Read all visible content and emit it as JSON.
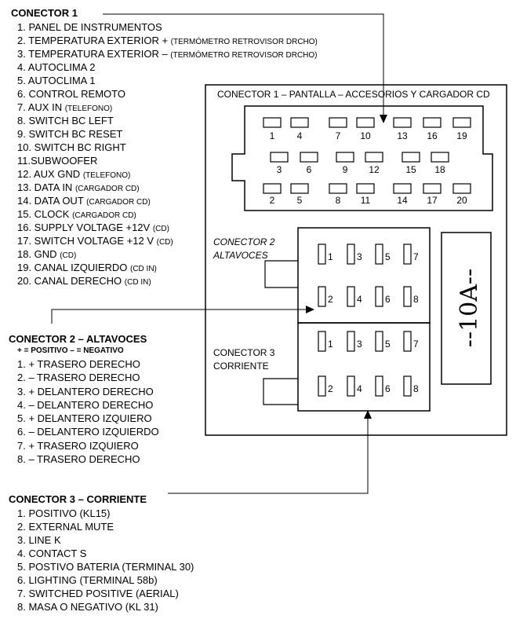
{
  "connector1": {
    "title": "CONECTOR 1",
    "items": [
      {
        "main": "1. PANEL DE INSTRUMENTOS",
        "note": ""
      },
      {
        "main": "2. TEMPERATURA EXTERIOR + ",
        "note": "(TERMÓMETRO RETROVISOR DRCHO)"
      },
      {
        "main": "3. TEMPERATURA EXTERIOR – ",
        "note": "(TERMÓMETRO RETROVISOR DRCHO)"
      },
      {
        "main": "4. AUTOCLIMA 2",
        "note": ""
      },
      {
        "main": "5. AUTOCLIMA 1",
        "note": ""
      },
      {
        "main": "6. CONTROL REMOTO",
        "note": ""
      },
      {
        "main": "7. AUX IN ",
        "note": "(TELEFONO)"
      },
      {
        "main": "8. SWITCH BC LEFT",
        "note": ""
      },
      {
        "main": "9. SWITCH BC RESET",
        "note": ""
      },
      {
        "main": "10. SWITCH BC RIGHT",
        "note": ""
      },
      {
        "main": "11.SUBWOOFER",
        "note": ""
      },
      {
        "main": "12. AUX GND ",
        "note": "(TELEFONO)"
      },
      {
        "main": "13. DATA IN ",
        "note": "(CARGADOR CD)"
      },
      {
        "main": "14. DATA OUT ",
        "note": "(CARGADOR CD)"
      },
      {
        "main": "15. CLOCK ",
        "note": "(CARGADOR CD)"
      },
      {
        "main": "16. SUPPLY VOLTAGE +12V ",
        "note": "(CD)"
      },
      {
        "main": "17. SWITCH VOLTAGE +12 V ",
        "note": "(CD)"
      },
      {
        "main": "18. GND ",
        "note": "(CD)"
      },
      {
        "main": "19. CANAL IZQUIERDO ",
        "note": "(CD IN)"
      },
      {
        "main": "20. CANAL DERECHO ",
        "note": "(CD IN)"
      }
    ]
  },
  "connector2": {
    "title": "CONECTOR 2 – ALTAVOCES",
    "legend": "+ = POSITIVO   – = NEGATIVO",
    "items": [
      "1. + TRASERO DERECHO",
      "2. – TRASERO DERECHO",
      "3. + DELANTERO DERECHO",
      "4. – DELANTERO DERECHO",
      "5. + DELANTERO IZQUIERO",
      "6. – DELANTERO IZQUIERDO",
      "7. + TRASERO IZQUIERO",
      "8. – TRASERO DERECHO"
    ]
  },
  "connector3": {
    "title": "CONECTOR 3 – CORRIENTE",
    "items": [
      "1. POSITIVO (KL15)",
      "2. EXTERNAL MUTE",
      "3. LINE K",
      "4. CONTACT S",
      "5. POSTIVO BATERIA (TERMINAL 30)",
      "6. LIGHTING (TERMINAL 58b)",
      "7. SWITCHED POSITIVE (AERIAL)",
      "8. MASA O NEGATIVO (KL 31)"
    ]
  },
  "diagram": {
    "panel_title": "CONECTOR 1 – PANTALLA – ACCESORIOS Y CARGADOR CD",
    "c2_label_line1": "CONECTOR 2",
    "c2_label_line2": "ALTAVOCES",
    "c3_label_line1": "CONECTOR 3",
    "c3_label_line2": "CORRIENTE",
    "fuse_label": "--10A--",
    "c1_pins_row1": [
      "1",
      "4",
      "7",
      "10",
      "13",
      "16",
      "19"
    ],
    "c1_pins_row2": [
      "3",
      "6",
      "9",
      "12",
      "15",
      "18"
    ],
    "c1_pins_row3": [
      "2",
      "5",
      "8",
      "11",
      "14",
      "17",
      "20"
    ],
    "c2_pins_top": [
      "1",
      "3",
      "5",
      "7"
    ],
    "c2_pins_bottom": [
      "2",
      "4",
      "6",
      "8"
    ],
    "c3_pins_top": [
      "1",
      "3",
      "5",
      "7"
    ],
    "c3_pins_bottom": [
      "2",
      "4",
      "6",
      "8"
    ]
  }
}
